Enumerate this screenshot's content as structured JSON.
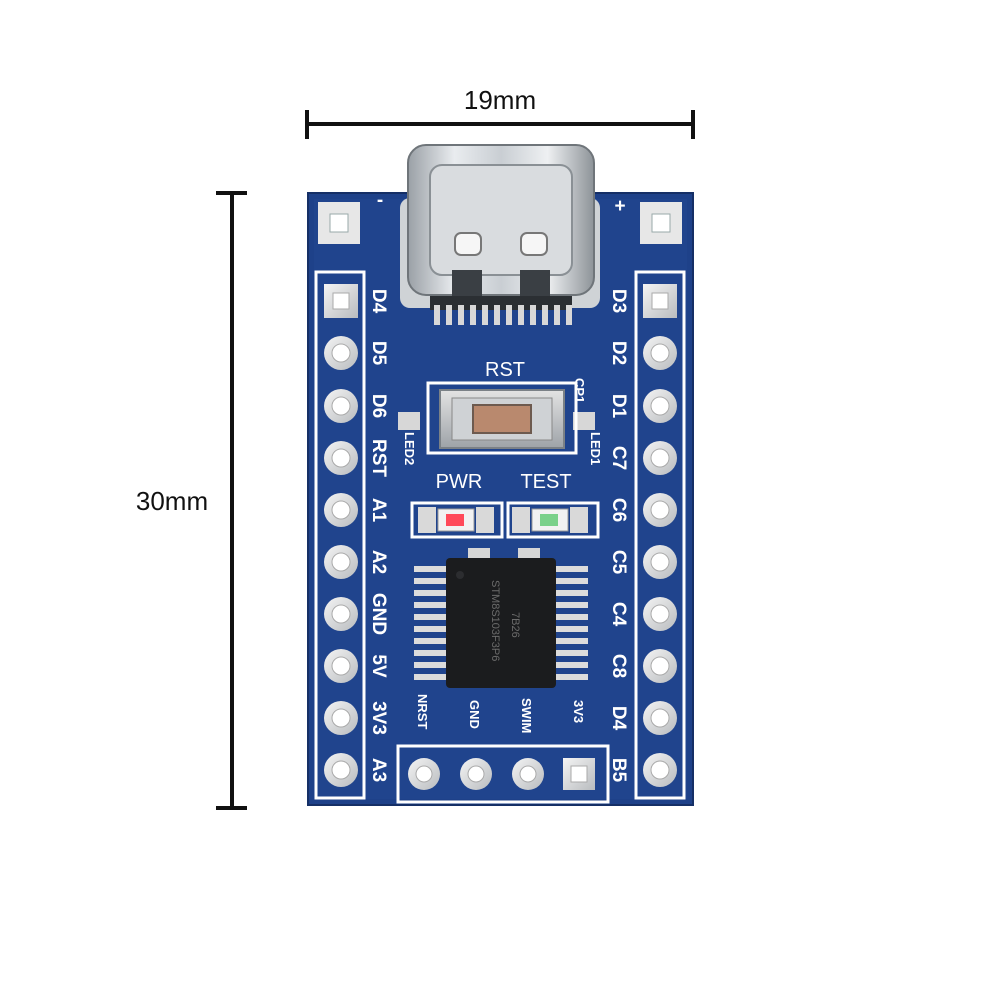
{
  "dimensions": {
    "width_label": "19mm",
    "height_label": "30mm"
  },
  "board": {
    "color": "#1c3f86",
    "corner_marks": {
      "left": "-",
      "right": "+"
    },
    "left_pins": [
      "D4",
      "D5",
      "D6",
      "RST",
      "A1",
      "A2",
      "GND",
      "5V",
      "3V3",
      "A3"
    ],
    "right_pins": [
      "D3",
      "D2",
      "D1",
      "C7",
      "C6",
      "C5",
      "C4",
      "C8",
      "D4",
      "B5"
    ],
    "bottom_pins": [
      "NRST",
      "GND",
      "SWIM",
      "3V3"
    ],
    "reset_label": "RST",
    "cap_label": "CP1",
    "led_labels": {
      "left": "LED2",
      "right": "LED1"
    },
    "indicator_labels": {
      "pwr": "PWR",
      "test": "TEST"
    },
    "chip_markings": [
      "STM8S103F3P6",
      "7B26"
    ]
  }
}
